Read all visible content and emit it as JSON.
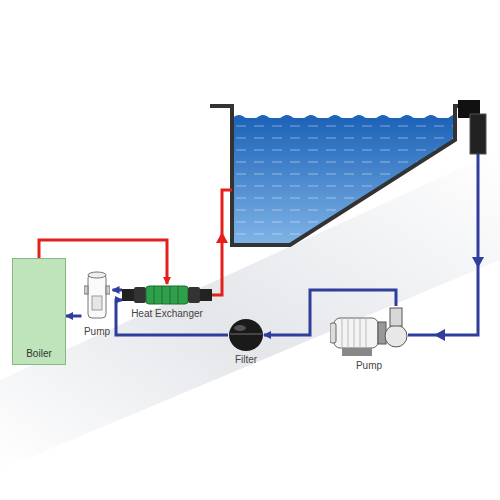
{
  "diagram": {
    "nodes": [
      {
        "text": [
          "Boiler"
        ]
      },
      {
        "text": [
          "Pump"
        ]
      },
      {
        "text": [
          "Heat Exchanger"
        ]
      },
      {
        "text": [
          "Filter"
        ]
      },
      {
        "text": [
          "Pump"
        ]
      }
    ],
    "edges": [
      {
        "from": 0,
        "to": 2,
        "arrow": "to"
      },
      {
        "from": 2,
        "to": 1,
        "arrow": "to"
      },
      {
        "from": 1,
        "to": 0,
        "arrow": "to"
      },
      {
        "from": 4,
        "to": 3,
        "arrow": "to"
      },
      {
        "from": 3,
        "to": 2,
        "arrow": "to"
      }
    ]
  }
}
